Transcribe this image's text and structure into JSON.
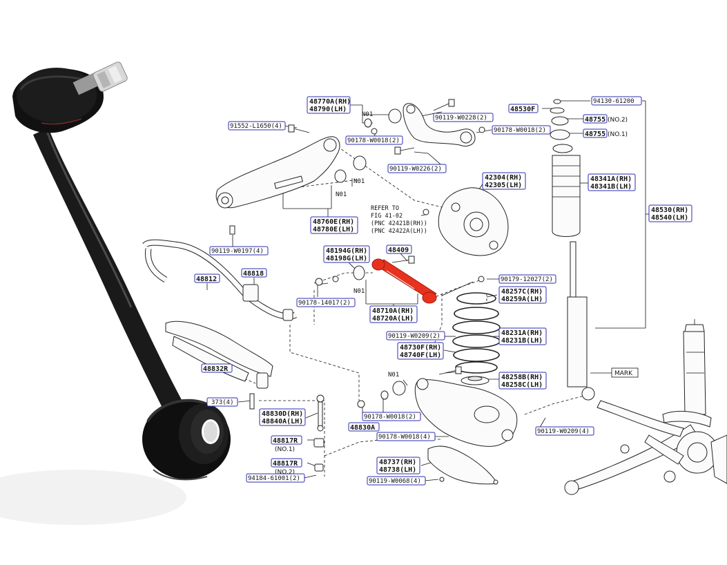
{
  "highlight_color": "#e8321e",
  "box_color": "#2b2bb3",
  "labels": {
    "p48770A": "48770A(RH)",
    "p48790": "48790(LH)",
    "n01a": "N01",
    "p90119_W0228": "90119-W0228(2)",
    "p91552": "91552-L1650(4)",
    "p90178_W0018a": "90178-W0018(2)",
    "p90178_W0018b": "90178-W0018(2)",
    "p90119_W0226": "90119-W0226(2)",
    "n01b": "N01",
    "n01c": "N01",
    "p94130": "94130-61200",
    "p48530F": "48530F",
    "p48755a": "48755",
    "p48755a_note": "(NO.2)",
    "p48755b": "48755",
    "p48755b_note": "(NO.1)",
    "p42304": "42304(RH)",
    "p42305": "42305(LH)",
    "p48341A": "48341A(RH)",
    "p48341B": "48341B(LH)",
    "p48530": "48530(RH)",
    "p48540": "48540(LH)",
    "refer1": "REFER TO",
    "refer2": "FIG 41-02",
    "refer3": "(PNC 42421B(RH))",
    "refer4": "(PNC 42422A(LH))",
    "p48760E": "48760E(RH)",
    "p48780E": "48780E(LH)",
    "p90119_W0197": "90119-W0197(4)",
    "p48194G": "48194G(RH)",
    "p48198G": "48198G(LH)",
    "p48409": "48409",
    "p48812": "48812",
    "p48818": "48818",
    "p90179_12027": "90179-12027(2)",
    "p48257C": "48257C(RH)",
    "p48259A": "48259A(LH)",
    "n01d": "N01",
    "p90178_14017": "90178-14017(2)",
    "p48710A": "48710A(RH)",
    "p48720A": "48720A(LH)",
    "p90119_W0209a": "90119-W0209(2)",
    "p48231A": "48231A(RH)",
    "p48231B": "48231B(LH)",
    "p48730F": "48730F(RH)",
    "p48740F": "48740F(LH)",
    "p48832R": "48832R",
    "p48258B": "48258B(RH)",
    "p48258C": "48258C(LH)",
    "n01e": "N01",
    "mark": "MARK",
    "p373": "373(4)",
    "p48830D": "48830D(RH)",
    "p48840A": "48840A(LH)",
    "p48830A": "48830A",
    "p90178_W0018c": "90178-W0018(2)",
    "p90119_W0209b": "90119-W0209(4)",
    "p48817R_a": "48817R",
    "p48817R_a_note": "(NO.1)",
    "p90178_W0018d": "90178-W0018(4)",
    "p48737": "48737(RH)",
    "p48738": "48738(LH)",
    "p48817R_b": "48817R",
    "p48817R_b_note": "(NO.2)",
    "p94184": "94184-61001(2)",
    "p90119_W0068": "90119-W0068(4)"
  }
}
